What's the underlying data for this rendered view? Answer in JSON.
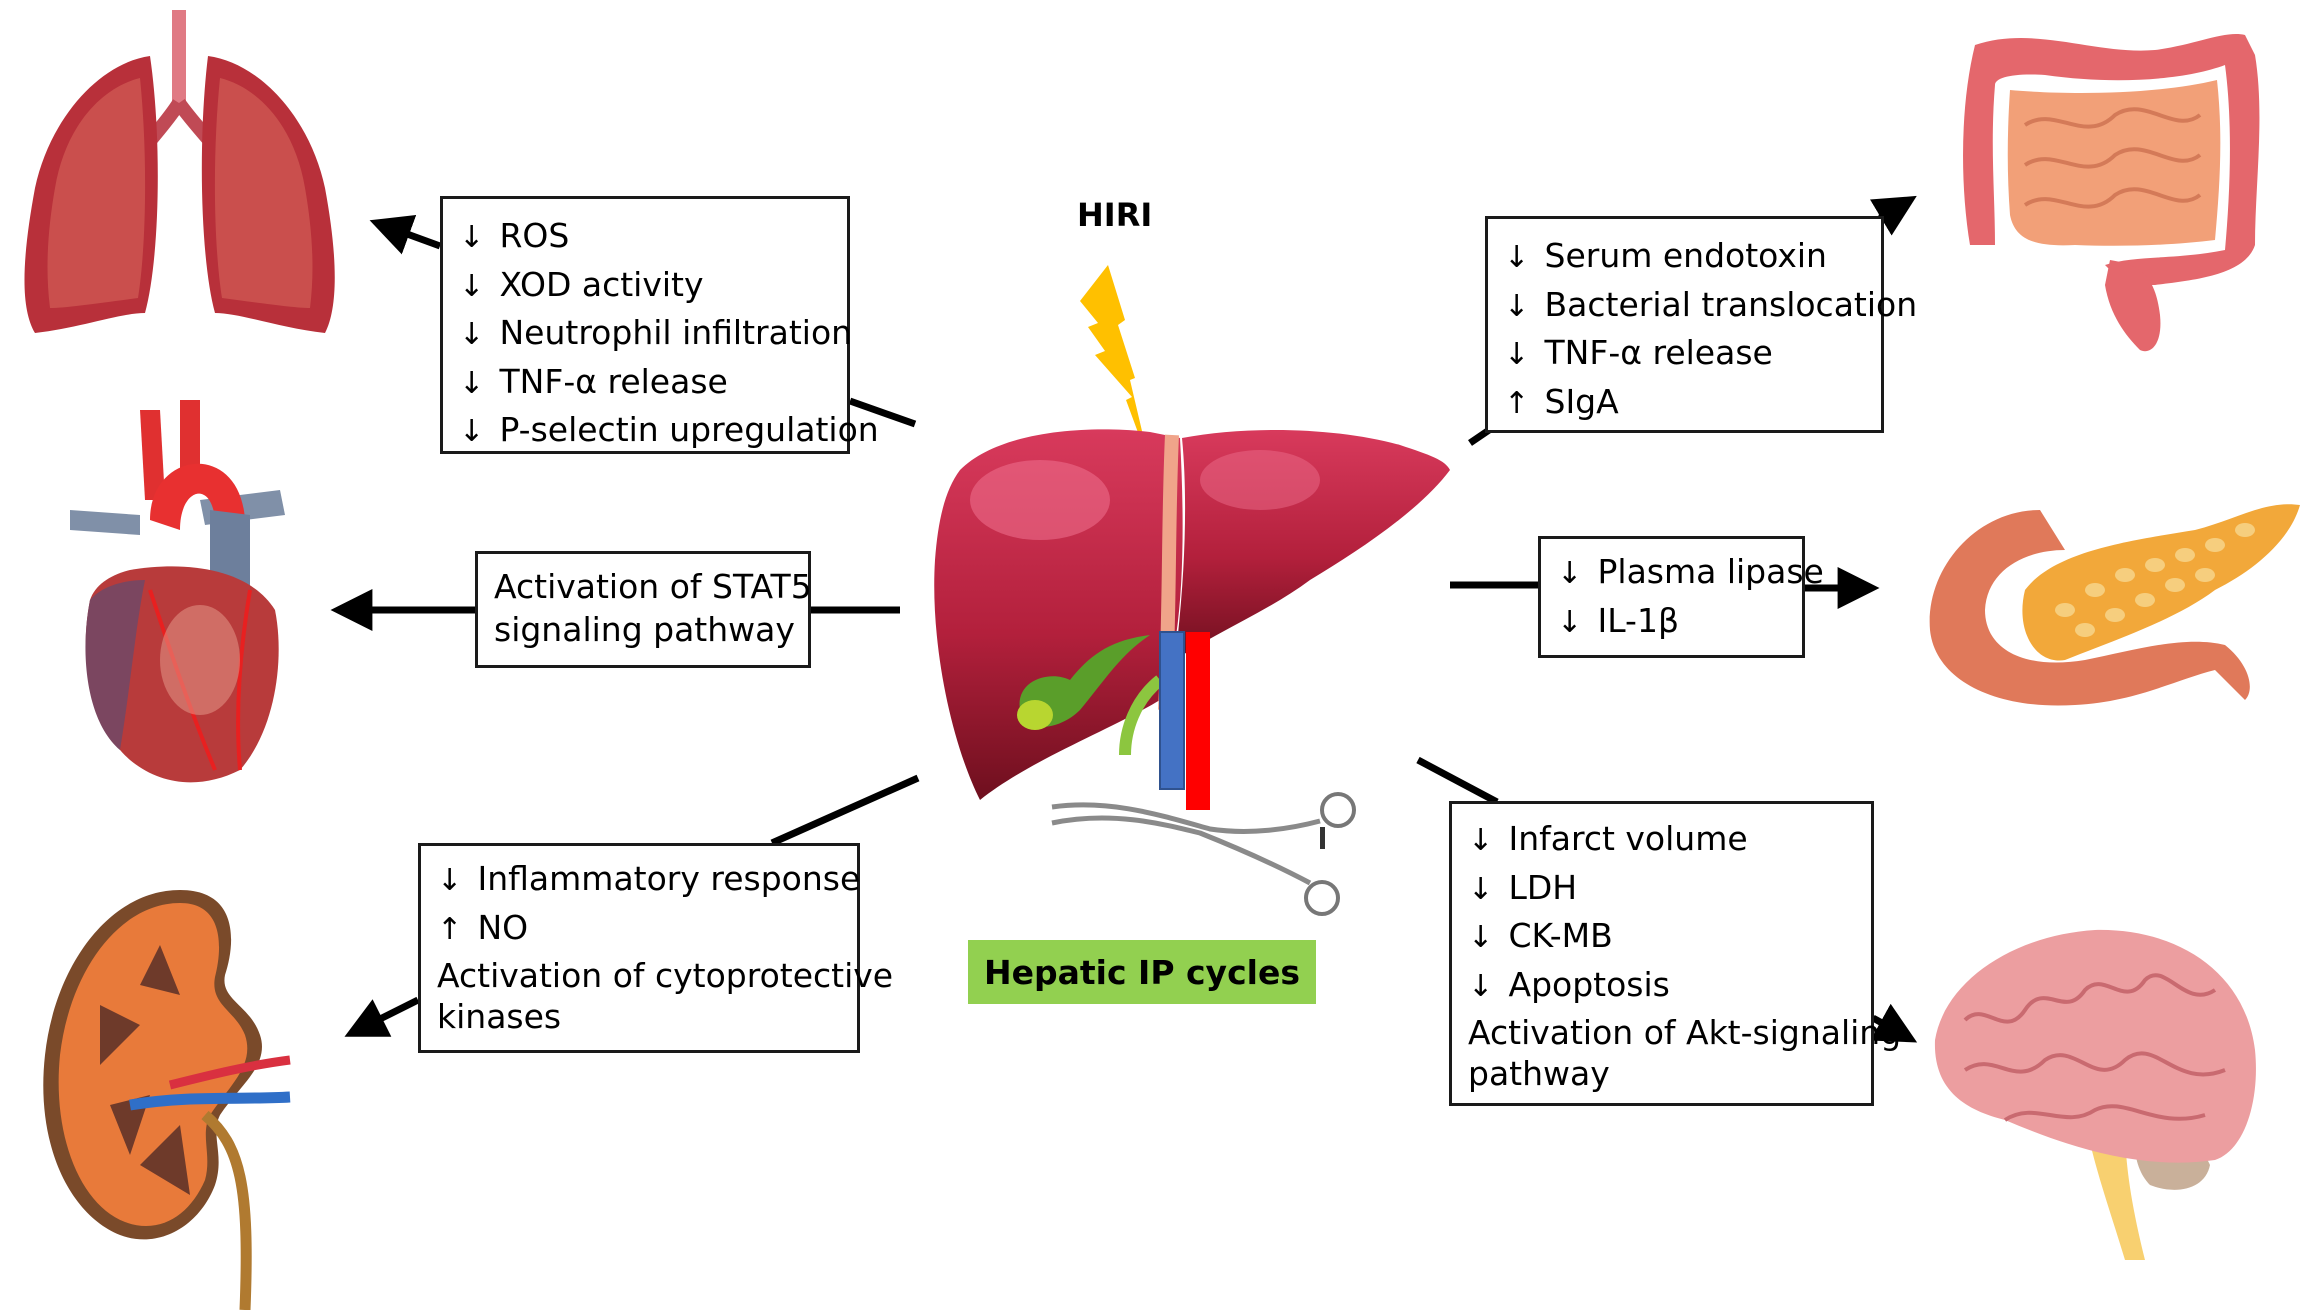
{
  "center": {
    "title": "HIRI",
    "label": "Hepatic IP cycles",
    "label_bg": "#92d050",
    "organ": "liver",
    "tool": "surgical-clamp",
    "vessel_colors": {
      "portal_vein": "#4472c4",
      "hepatic_artery": "#ff0000"
    },
    "lightning_color": "#ffc000"
  },
  "effects": [
    {
      "organ": "lung",
      "lines": [
        {
          "arrow": "↓",
          "text": "ROS"
        },
        {
          "arrow": "↓",
          "text": "XOD activity"
        },
        {
          "arrow": "↓",
          "text": "Neutrophil infiltration"
        },
        {
          "arrow": "↓",
          "text": "TNF-α release"
        },
        {
          "arrow": "↓",
          "text": "P-selectin upregulation"
        }
      ]
    },
    {
      "organ": "heart",
      "lines": [
        {
          "arrow": "",
          "text": "Activation of STAT5"
        },
        {
          "arrow": "",
          "text": "signaling pathway"
        }
      ]
    },
    {
      "organ": "kidney",
      "lines": [
        {
          "arrow": "↓",
          "text": "Inflammatory response"
        },
        {
          "arrow": "↑",
          "text": "NO"
        },
        {
          "arrow": "",
          "text": "Activation of cytoprotective"
        },
        {
          "arrow": "",
          "text": "kinases"
        }
      ]
    },
    {
      "organ": "intestine",
      "lines": [
        {
          "arrow": "↓",
          "text": "Serum endotoxin"
        },
        {
          "arrow": "↓",
          "text": "Bacterial translocation"
        },
        {
          "arrow": "↓",
          "text": "TNF-α release"
        },
        {
          "arrow": "↑",
          "text": "SIgA"
        }
      ]
    },
    {
      "organ": "pancreas",
      "lines": [
        {
          "arrow": "↓",
          "text": "Plasma lipase"
        },
        {
          "arrow": "↓",
          "text": "IL-1β"
        }
      ]
    },
    {
      "organ": "brain",
      "lines": [
        {
          "arrow": "↓",
          "text": "Infarct volume"
        },
        {
          "arrow": "↓",
          "text": "LDH"
        },
        {
          "arrow": "↓",
          "text": "CK-MB"
        },
        {
          "arrow": "↓",
          "text": "Apoptosis"
        },
        {
          "arrow": "",
          "text": "Activation of Akt-signaling"
        },
        {
          "arrow": "",
          "text": "pathway"
        }
      ]
    }
  ]
}
